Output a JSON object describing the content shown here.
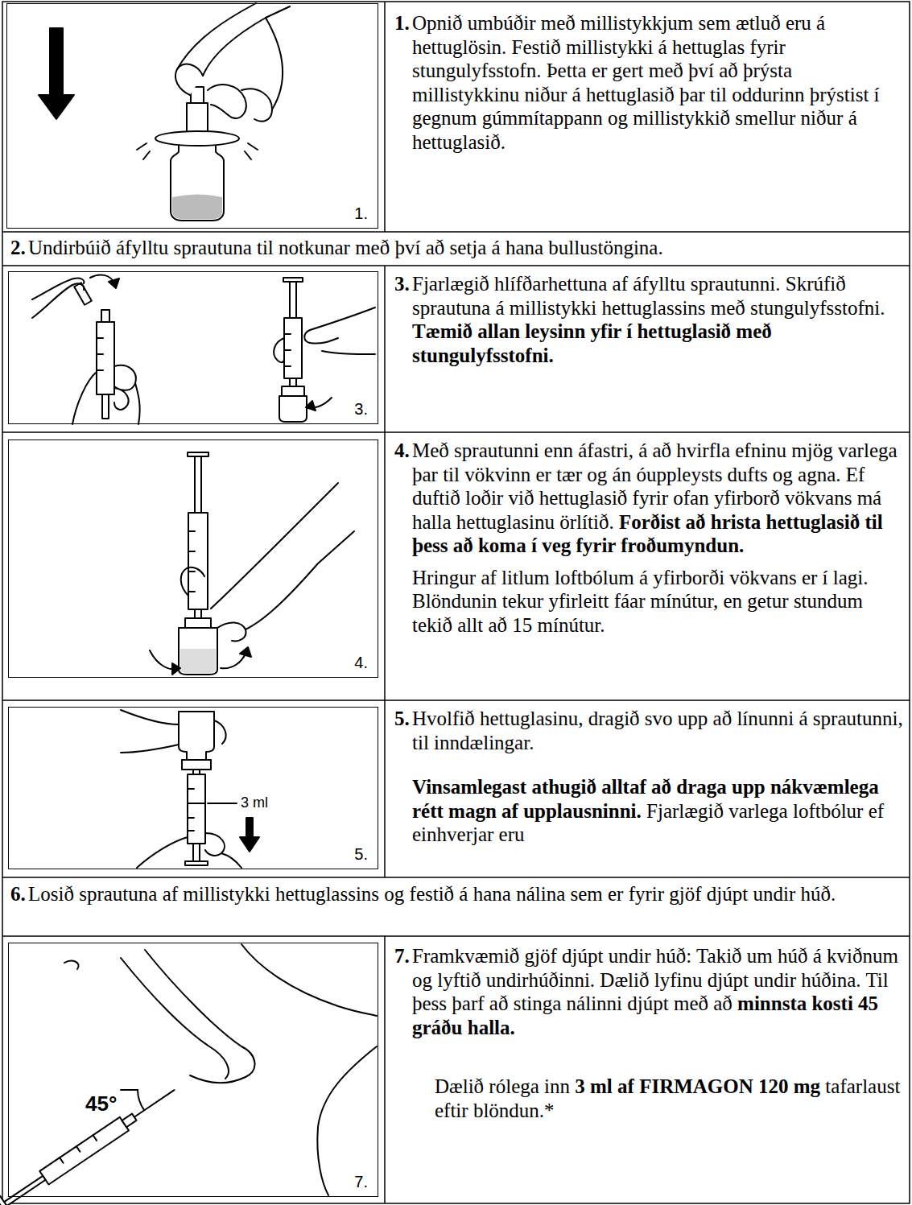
{
  "diagram": {
    "nodes": [
      {
        "text": [
          "1."
        ]
      },
      {
        "text": [
          "1.",
          "Opnið umbúðir með millistykkjum sem ætluð eru á hettuglösin. Festið millistykki á hettuglas fyrir stungulyfsstofn. Þetta er gert með því að þrýsta millistykkinu niður á hettuglasið þar til oddurinn þrýstist í gegnum gúmmítappann og millistykkið smellur niður á hettuglasið."
        ]
      },
      {
        "text": [
          "2.",
          "Undirbúið áfylltu sprautuna til notkunar með því að setja á hana bullustöngina."
        ]
      },
      {
        "text": [
          "3."
        ]
      },
      {
        "text": [
          "3.",
          "Fjarlægið hlífðarhettuna af áfylltu sprautunni. Skrúfið sprautuna á millistykki hettuglassins með stungulyfsstofni.",
          "Tæmið allan leysinn yfir í hettuglasið með stungulyfsstofni."
        ]
      },
      {
        "text": [
          "4."
        ]
      },
      {
        "text": [
          "4.",
          "Með sprautunni enn áfastri, á að hvirfla efninu mjög varlega þar til vökvinn er tær og án óuppleysts dufts og agna. Ef duftið loðir við hettuglasið fyrir ofan yfirborð vökvans má halla hettuglasinu örlítið.",
          "Forðist að hrista hettuglasið til þess að koma í veg fyrir froðumyndun.",
          "Hringur af litlum loftbólum á yfirborði vökvans er í lagi. Blöndunin tekur yfirleitt fáar mínútur, en getur stundum tekið allt að 15 mínútur."
        ]
      },
      {
        "text": [
          "5.",
          "3 ml"
        ]
      },
      {
        "text": [
          "5.",
          "Hvolfið hettuglasinu, dragið svo upp að línunni á sprautunni, til inndælingar.",
          "Vinsamlegast athugið alltaf að draga upp nákvæmlega rétt magn af upplausninni.",
          "Fjarlægið varlega loftbólur ef einhverjar eru"
        ]
      },
      {
        "text": [
          "6.",
          "Losið sprautuna af millistykki hettuglassins og festið á hana nálina sem er fyrir gjöf djúpt undir húð."
        ]
      },
      {
        "text": [
          "7.",
          "45°"
        ]
      },
      {
        "text": [
          "7.",
          "Framkvæmið gjöf djúpt undir húð: Takið um húð á kviðnum og lyftið undirhúðinni. Dælið lyfinu djúpt undir húðina. Til þess þarf að stinga nálinni djúpt með að",
          "minnsta kosti 45 gráðu halla.",
          "Dælið rólega inn",
          "3 ml af FIRMAGON 120 mg",
          "tafarlaust eftir blöndun.*"
        ]
      }
    ],
    "edges": []
  }
}
